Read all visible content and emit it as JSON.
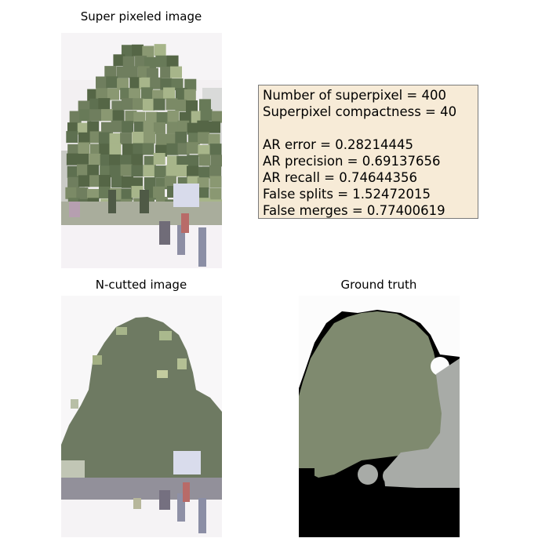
{
  "titles": {
    "superpixel": "Super pixeled image",
    "ncut": "N-cutted image",
    "ground_truth": "Ground truth"
  },
  "info": {
    "n_superpixel": "Number of superpixel = 400",
    "compactness": "Superpixel compactness = 40",
    "ar_error": "AR error = 0.28214445",
    "ar_precision": "AR precision = 0.69137656",
    "ar_recall": "AR recall = 0.74644356",
    "false_splits": "False splits = 1.52472015",
    "false_merges": "False merges = 0.77400619"
  },
  "colors": {
    "tree_dark": "#5e7050",
    "tree_mid": "#6f7e5e",
    "tree_light": "#a7b58a",
    "ncut_tree": "#6e7a62",
    "sky": "#f8f7f8",
    "gt_tree": "#7f8a6f",
    "gt_gray": "#a8aba7",
    "gt_black": "#000000",
    "info_bg": "#f7ebd7"
  }
}
